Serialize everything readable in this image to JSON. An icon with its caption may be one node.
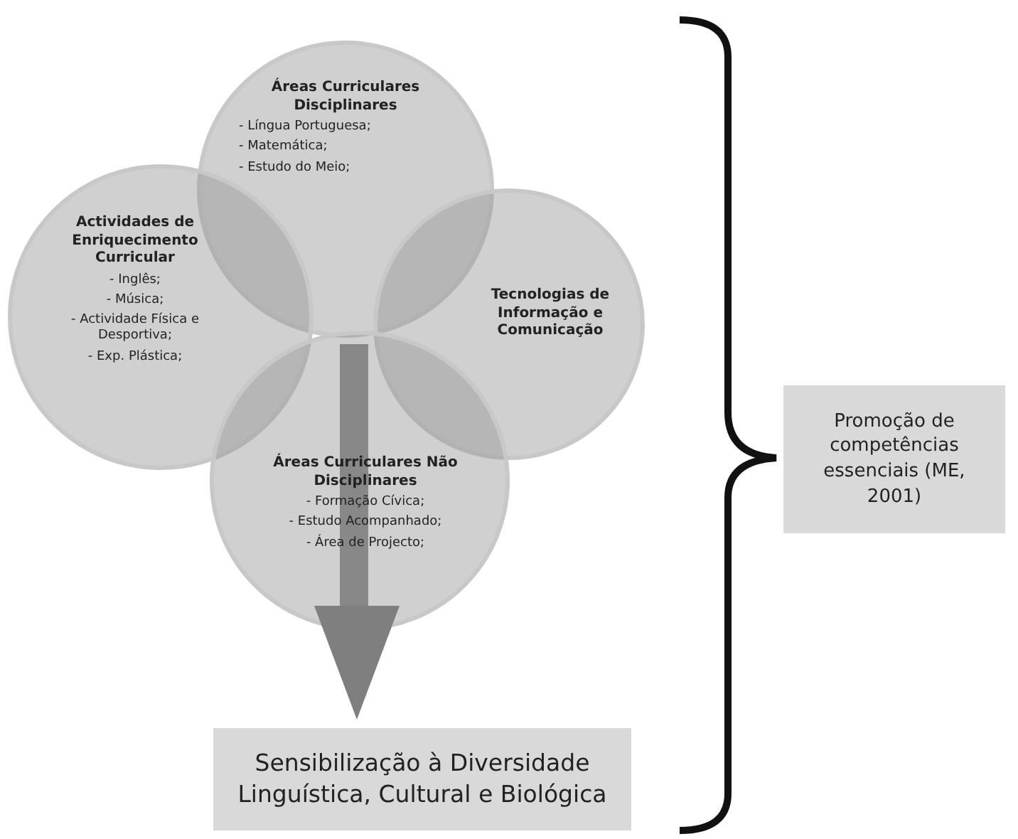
{
  "diagram": {
    "nodes": [
      {
        "text": [
          "Áreas Curriculares Disciplinares",
          "- Língua Portuguesa;",
          "- Matemática;",
          "- Estudo do Meio;"
        ]
      },
      {
        "text": [
          "Actividades de Enriquecimento Curricular",
          "- Inglês;",
          "- Música;",
          "- Actividade Física e Desportiva;",
          "- Exp. Plástica;"
        ]
      },
      {
        "text": [
          "Tecnologias de Informação e Comunicação"
        ]
      },
      {
        "text": [
          "Áreas Curriculares Não Disciplinares",
          "- Formação Cívica;",
          "- Estudo Acompanhado;",
          "- Área de Projecto;"
        ]
      },
      {
        "text": [
          "Sensibilização à Diversidade Linguística, Cultural e Biológica"
        ]
      },
      {
        "text": [
          "Promoção de competências essenciais (ME, 2001)"
        ]
      }
    ],
    "edges": [
      {
        "from": 3,
        "to": 4,
        "arrow": "to"
      }
    ]
  }
}
